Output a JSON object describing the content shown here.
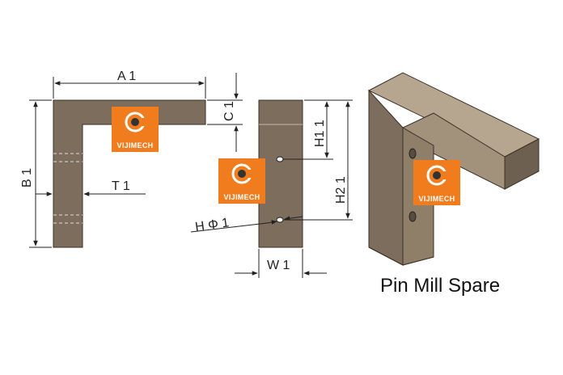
{
  "caption": "Pin Mill Spare",
  "dimensions": {
    "a1": "A 1",
    "b1": "B 1",
    "c1": "C 1",
    "t1": "T 1",
    "h1": "H1 1",
    "h2": "H2 1",
    "w1": "W 1",
    "hphi": "H Φ 1"
  },
  "logo_text": "VIJIMECH",
  "colors": {
    "part_fill": "#7d6d5c",
    "part_iso_top": "#b7a68f",
    "part_iso_front": "#6e6050",
    "logo_orange": "#f07c1e",
    "line": "#222222"
  }
}
